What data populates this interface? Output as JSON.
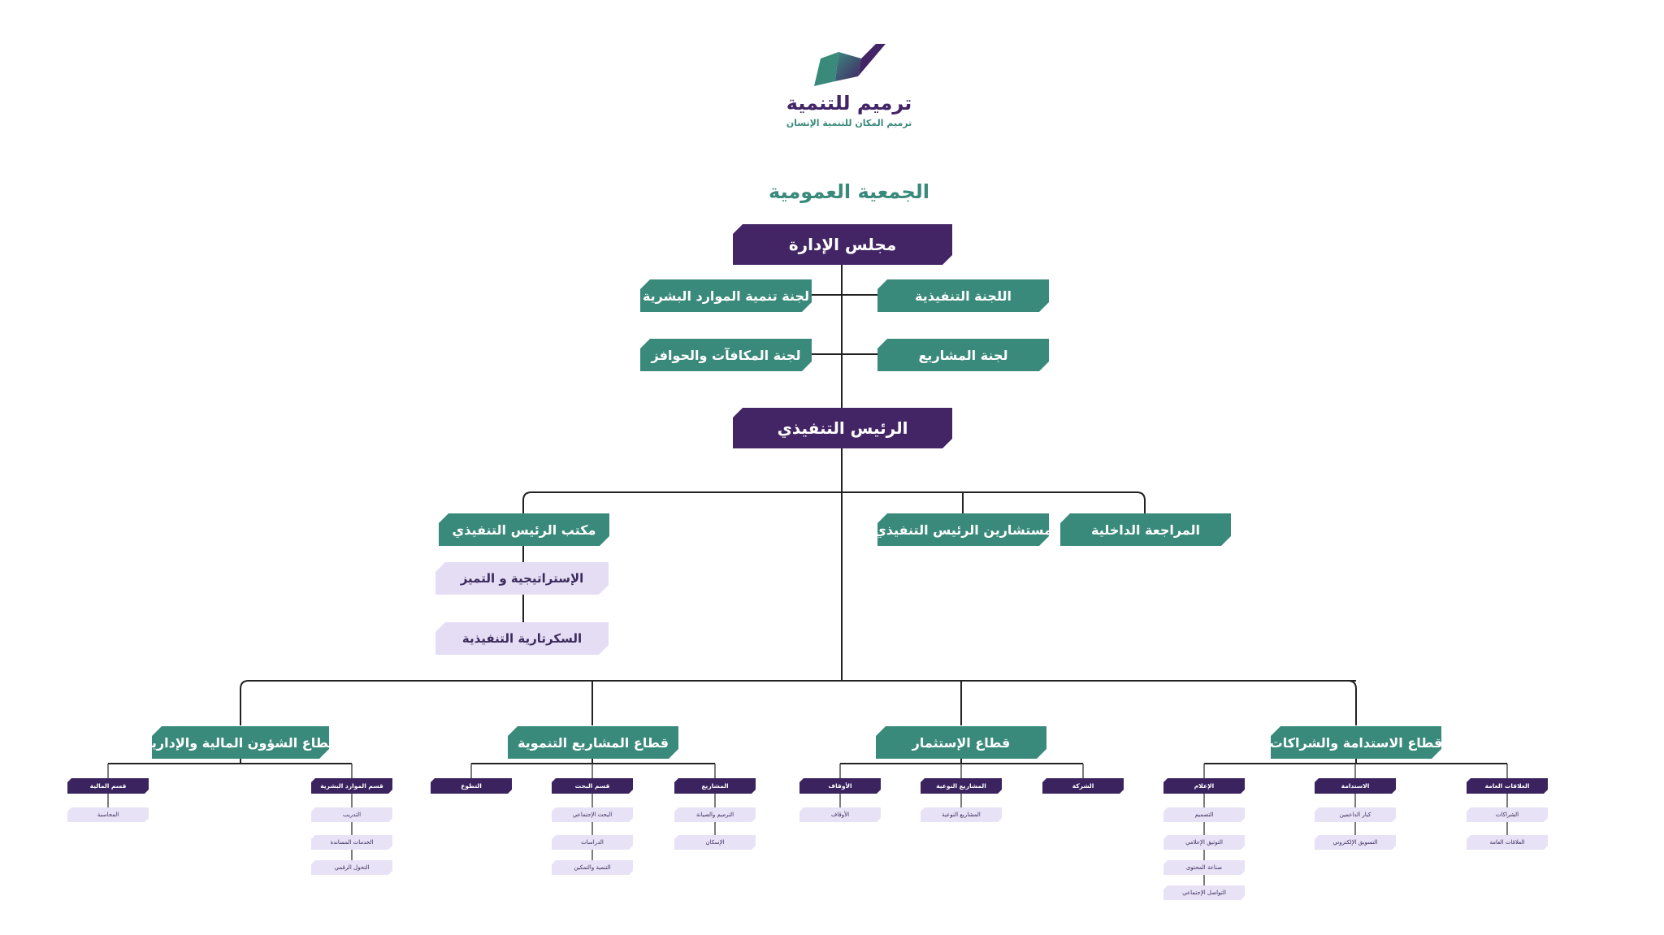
{
  "brand": {
    "name": "ترميم للتنمية",
    "tagline": "ترميم المكان للتنمية الإنسان"
  },
  "assembly_title": "الجمعية العمومية",
  "board": "مجلس الإدارة",
  "committees": {
    "executive": "اللجنة التنفيذية",
    "hr_development": "لجنة تنمية الموارد البشرية",
    "projects": "لجنة المشاريع",
    "rewards": "لجنة المكافآت والحوافز"
  },
  "ceo": "الرئيس التنفيذي",
  "ceo_units": {
    "internal_audit": "المراجعة الداخلية",
    "advisors": "مستشارين الرئيس التنفيذي",
    "office": "مكتب الرئيس التنفيذي",
    "strategy": "الإستراتيجية و التميز",
    "secretariat": "السكرتارية التنفيذية"
  },
  "sectors": {
    "sustainability": {
      "title": "قطاع الاستدامة والشراكات",
      "depts": {
        "public_relations": {
          "name": "العلاقات العامة",
          "subs": [
            "الشراكات",
            "العلاقات العامة"
          ]
        },
        "sustainability": {
          "name": "الاستدامة",
          "subs": [
            "كبار الداعمين",
            "التسويق الإلكتروني"
          ]
        },
        "media": {
          "name": "الإعلام",
          "subs": [
            "التصميم",
            "التوثيق الإعلامي",
            "صناعة المحتوى",
            "التواصل الإجتماعي"
          ]
        }
      }
    },
    "investment": {
      "title": "قطاع الإستثمار",
      "depts": {
        "company": {
          "name": "الشركة",
          "subs": []
        },
        "quality_projects": {
          "name": "المشاريع النوعية",
          "subs": [
            "المشاريع النوعية"
          ]
        },
        "endowments": {
          "name": "الأوقاف",
          "subs": [
            "الأوقاف"
          ]
        }
      }
    },
    "development": {
      "title": "قطاع المشاريع التنموية",
      "depts": {
        "projects": {
          "name": "المشاريع",
          "subs": [
            "الترميم والصيانة",
            "الإسكان"
          ]
        },
        "research": {
          "name": "قسم البحث",
          "subs": [
            "البحث الإجتماعي",
            "الدراسات",
            "التنمية والتمكين"
          ]
        },
        "volunteering": {
          "name": "التطوع",
          "subs": []
        }
      }
    },
    "finance_admin": {
      "title": "قطاع الشؤون المالية والإدارية",
      "depts": {
        "hr": {
          "name": "قسم الموارد البشرية",
          "subs": [
            "التدريب",
            "الخدمات المساندة",
            "التحول الرقمي"
          ]
        },
        "finance": {
          "name": "قسم المالية",
          "subs": [
            "المحاسبة"
          ]
        }
      }
    }
  },
  "colors": {
    "purple": "#432566",
    "teal": "#3a8a7c",
    "lavender": "#e4ddf4"
  }
}
